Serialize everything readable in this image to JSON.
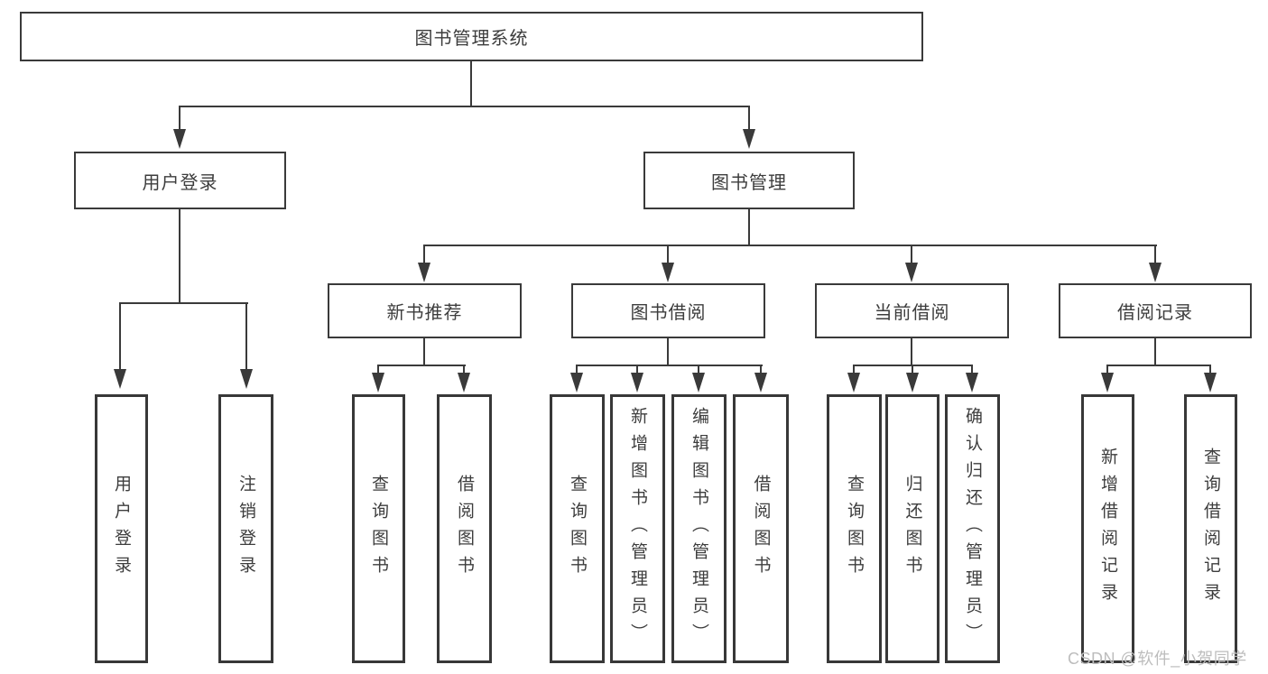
{
  "tree": {
    "label": "图书管理系统",
    "children": [
      {
        "label": "用户登录",
        "children": [
          {
            "label": "用户登录"
          },
          {
            "label": "注销登录"
          }
        ]
      },
      {
        "label": "图书管理",
        "children": [
          {
            "label": "新书推荐",
            "children": [
              {
                "label": "查询图书"
              },
              {
                "label": "借阅图书"
              }
            ]
          },
          {
            "label": "图书借阅",
            "children": [
              {
                "label": "查询图书"
              },
              {
                "label": "新增图书（管理员）"
              },
              {
                "label": "编辑图书（管理员）"
              },
              {
                "label": "借阅图书"
              }
            ]
          },
          {
            "label": "当前借阅",
            "children": [
              {
                "label": "查询图书"
              },
              {
                "label": "归还图书"
              },
              {
                "label": "确认归还（管理员）"
              }
            ]
          },
          {
            "label": "借阅记录",
            "children": [
              {
                "label": "新增借阅记录"
              },
              {
                "label": "查询借阅记录"
              }
            ]
          }
        ]
      }
    ]
  },
  "watermark": {
    "text": "CSDN @软件_小贺同学"
  },
  "colors": {
    "background": "#ffffff",
    "line": "#3a3a3a",
    "box_fill": "#ffffff",
    "text": "#3d3d3d",
    "watermark": "#bdbdbd"
  }
}
